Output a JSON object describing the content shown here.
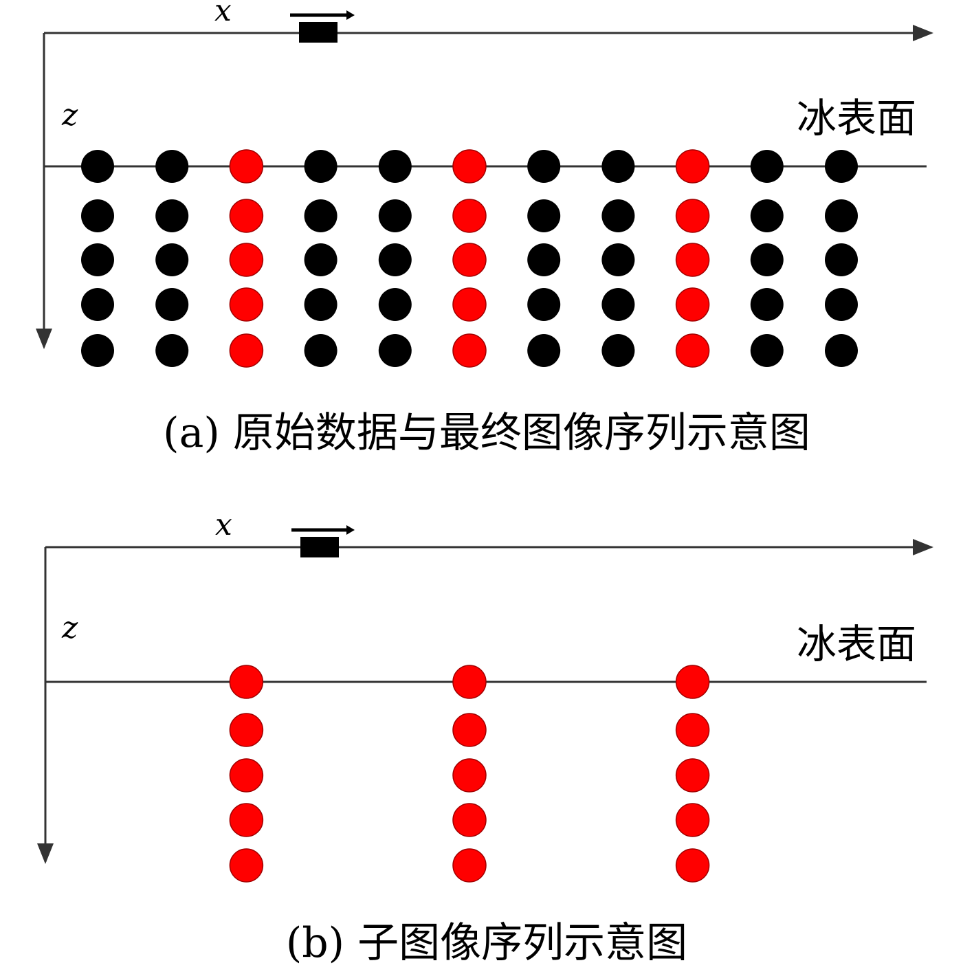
{
  "colors": {
    "axis": "#333333",
    "black_dot": "#000000",
    "red_dot": "#ff0000",
    "red_dot_edge": "#a00000"
  },
  "panels": [
    {
      "id": "a",
      "x_label": "x",
      "z_label": "z",
      "surface_label": "冰表面",
      "caption": "(a) 原始数据与最终图像序列示意图",
      "columns": 11,
      "rows": 5,
      "red_columns": [
        2,
        5,
        8
      ],
      "show_black": true
    },
    {
      "id": "b",
      "x_label": "x",
      "z_label": "z",
      "surface_label": "冰表面",
      "caption": "(b) 子图像序列示意图",
      "columns": 11,
      "rows": 5,
      "red_columns": [
        2,
        5,
        8
      ],
      "show_black": false
    }
  ]
}
